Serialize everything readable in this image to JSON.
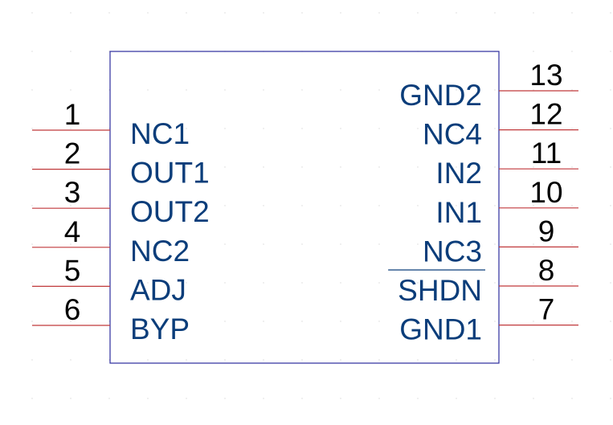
{
  "colors": {
    "background": "#ffffff",
    "body_outline": "#2c2c9c",
    "pin_line": "#c0393b",
    "pin_name": "#0b3d7a",
    "pin_number": "#000000",
    "grid_dot": "#d8d8d8"
  },
  "component": {
    "left_pins": [
      {
        "number": "1",
        "name": "NC1"
      },
      {
        "number": "2",
        "name": "OUT1"
      },
      {
        "number": "3",
        "name": "OUT2"
      },
      {
        "number": "4",
        "name": "NC2"
      },
      {
        "number": "5",
        "name": "ADJ"
      },
      {
        "number": "6",
        "name": "BYP"
      }
    ],
    "right_pins": [
      {
        "number": "13",
        "name": "GND2",
        "overbar": false
      },
      {
        "number": "12",
        "name": "NC4",
        "overbar": false
      },
      {
        "number": "11",
        "name": "IN2",
        "overbar": false
      },
      {
        "number": "10",
        "name": "IN1",
        "overbar": false
      },
      {
        "number": "9",
        "name": "NC3",
        "overbar": false
      },
      {
        "number": "8",
        "name": "SHDN",
        "overbar": true
      },
      {
        "number": "7",
        "name": "GND1",
        "overbar": false
      }
    ]
  }
}
